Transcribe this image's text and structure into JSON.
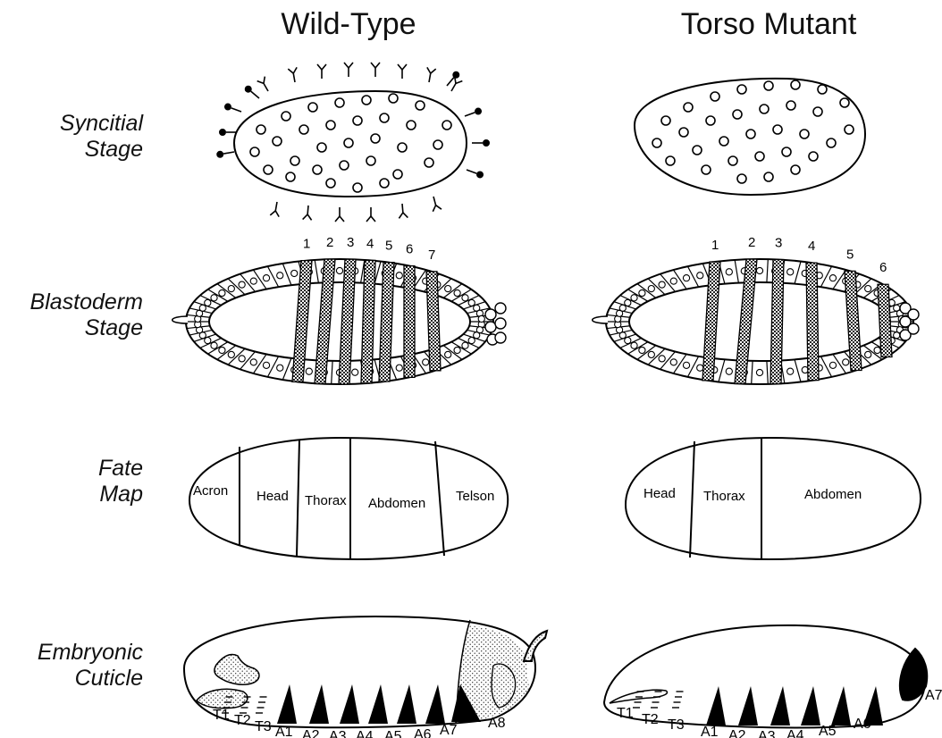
{
  "columns": {
    "wild_type": "Wild-Type",
    "torso_mutant": "Torso Mutant"
  },
  "rows": {
    "syncitial": [
      "Syncitial",
      "Stage"
    ],
    "blastoderm": [
      "Blastoderm",
      "Stage"
    ],
    "fate_map": [
      "Fate",
      "Map"
    ],
    "cuticle": [
      "Embryonic",
      "Cuticle"
    ]
  },
  "blastoderm_stripes": {
    "wild_type": [
      "1",
      "2",
      "3",
      "4",
      "5",
      "6",
      "7"
    ],
    "torso_mutant": [
      "1",
      "2",
      "3",
      "4",
      "5",
      "6"
    ]
  },
  "fate_map": {
    "wild_type": [
      "Acron",
      "Head",
      "Thorax",
      "Abdomen",
      "Telson"
    ],
    "torso_mutant": [
      "Head",
      "Thorax",
      "Abdomen"
    ]
  },
  "cuticle_segments": {
    "wild_type": [
      "T1",
      "T2",
      "T3",
      "A1",
      "A2",
      "A3",
      "A4",
      "A5",
      "A6",
      "A7",
      "A8"
    ],
    "torso_mutant": [
      "T1",
      "T2",
      "T3",
      "A1",
      "A2",
      "A3",
      "A4",
      "A5",
      "A6",
      "A7"
    ]
  }
}
